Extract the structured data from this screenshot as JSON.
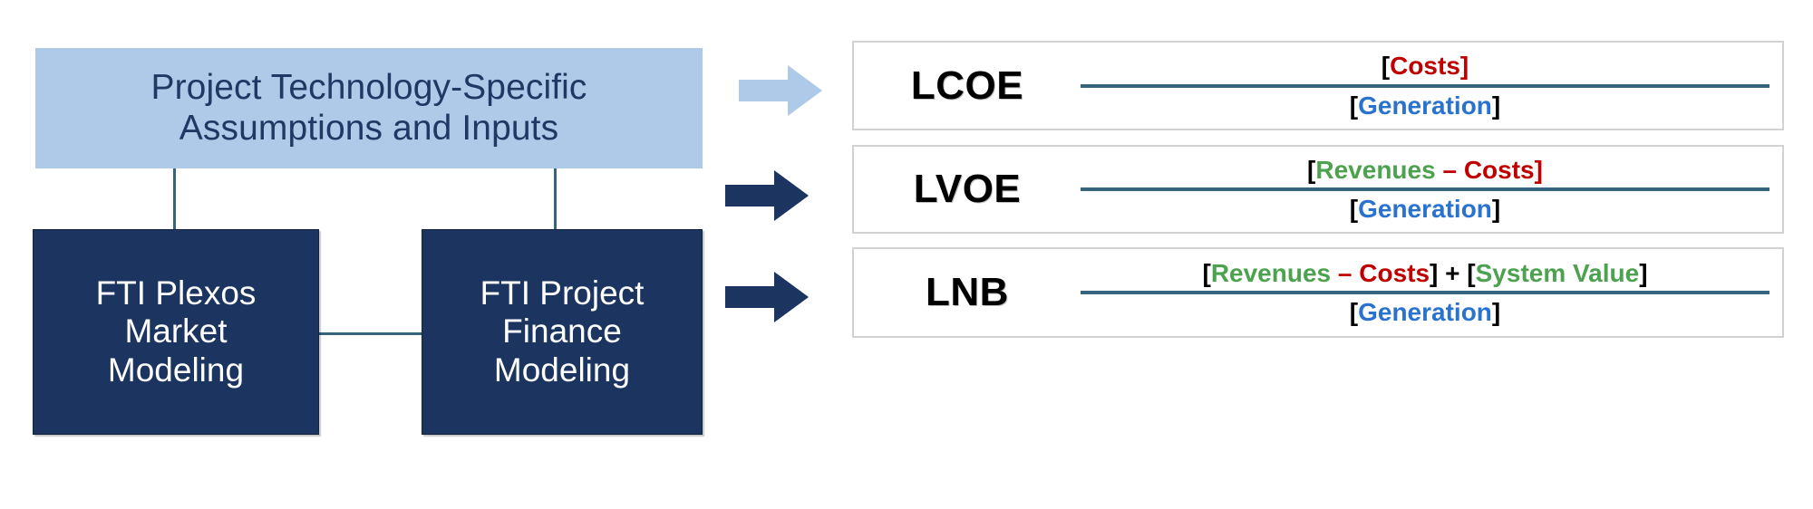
{
  "diagram": {
    "title": "FTI project valuation methodology flow",
    "colors": {
      "light_blue_fill": "#AFCAE8",
      "dark_navy_fill": "#1B3560",
      "connector_teal": "#35647F",
      "cost_red": "#C00000",
      "generation_blue": "#2A72D0",
      "revenue_green": "#4CA24E",
      "card_border_gray": "#D2D2D2"
    }
  },
  "inputs_box": {
    "name": "Project Technology-Specific Assumptions and Inputs",
    "line1": "Project Technology-Specific",
    "line2": "Assumptions and Inputs"
  },
  "models": [
    {
      "id": "plexos",
      "name": "FTI Plexos Market Modeling",
      "line1": "FTI Plexos",
      "line2": "Market",
      "line3": "Modeling"
    },
    {
      "id": "finance",
      "name": "FTI Project Finance Modeling",
      "line1": "FTI Project",
      "line2": "Finance",
      "line3": "Modeling"
    }
  ],
  "arrows": [
    {
      "id": "arrow-to-lcoe",
      "icon": "right-arrow-icon",
      "color": "#AFCAE8"
    },
    {
      "id": "arrow-to-lvoe",
      "icon": "right-arrow-icon",
      "color": "#1B3560"
    },
    {
      "id": "arrow-to-lnb",
      "icon": "right-arrow-icon",
      "color": "#1B3560"
    }
  ],
  "metrics": [
    {
      "id": "lcoe",
      "abbr": "LCOE",
      "numerator_text": "[Costs]",
      "denominator_text": "[Generation]",
      "numerator_tokens": [
        {
          "t": "[",
          "c": "bracket"
        },
        {
          "t": "Costs",
          "c": "cost"
        },
        {
          "t": "]",
          "c": "cost"
        }
      ],
      "denominator_tokens": [
        {
          "t": "[",
          "c": "bracket"
        },
        {
          "t": "Generation",
          "c": "generation"
        },
        {
          "t": "]",
          "c": "bracket"
        }
      ]
    },
    {
      "id": "lvoe",
      "abbr": "LVOE",
      "numerator_text": "[Revenues – Costs]",
      "denominator_text": "[Generation]",
      "numerator_tokens": [
        {
          "t": "[",
          "c": "bracket"
        },
        {
          "t": "Revenues",
          "c": "revenue"
        },
        {
          "t": " – ",
          "c": "minus"
        },
        {
          "t": "Costs",
          "c": "cost"
        },
        {
          "t": "]",
          "c": "cost"
        }
      ],
      "denominator_tokens": [
        {
          "t": "[",
          "c": "bracket"
        },
        {
          "t": "Generation",
          "c": "generation"
        },
        {
          "t": "]",
          "c": "bracket"
        }
      ]
    },
    {
      "id": "lnb",
      "abbr": "LNB",
      "numerator_text": "[Revenues – Costs] + [System Value]",
      "denominator_text": "[Generation]",
      "numerator_tokens": [
        {
          "t": "[",
          "c": "bracket"
        },
        {
          "t": "Revenues",
          "c": "revenue"
        },
        {
          "t": " – ",
          "c": "minus"
        },
        {
          "t": "Costs",
          "c": "cost"
        },
        {
          "t": "]",
          "c": "bracket"
        },
        {
          "t": " + ",
          "c": "operator"
        },
        {
          "t": "[",
          "c": "bracket"
        },
        {
          "t": "System Value",
          "c": "sysval"
        },
        {
          "t": "]",
          "c": "bracket"
        }
      ],
      "denominator_tokens": [
        {
          "t": "[",
          "c": "bracket"
        },
        {
          "t": "Generation",
          "c": "generation"
        },
        {
          "t": "]",
          "c": "bracket"
        }
      ]
    }
  ]
}
